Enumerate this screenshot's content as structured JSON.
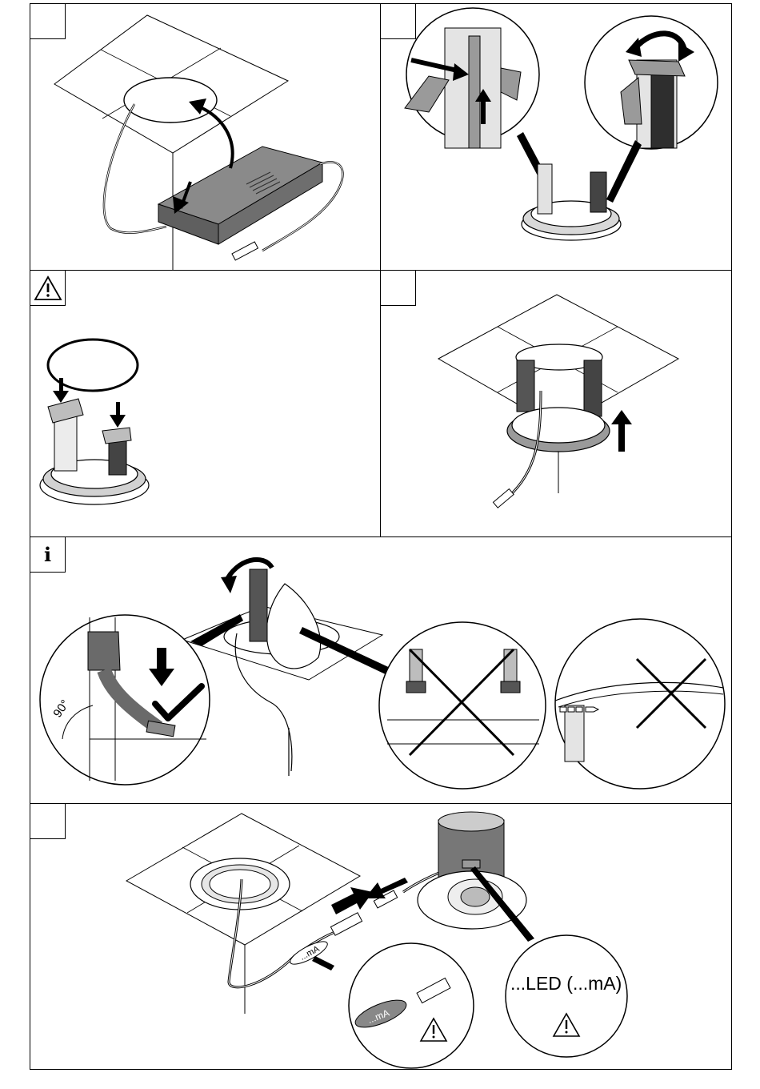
{
  "steps": [
    {
      "id": "step-1",
      "tag": "blank"
    },
    {
      "id": "step-2",
      "tag": "blank"
    },
    {
      "id": "step-3",
      "tag": "warning"
    },
    {
      "id": "step-4",
      "tag": "blank"
    },
    {
      "id": "step-5",
      "tag": "info"
    },
    {
      "id": "step-6",
      "tag": "blank"
    }
  ],
  "icons": {
    "warning": "warning-triangle-icon",
    "info": "info-icon",
    "check": "check-mark-icon",
    "cross": "cross-mark-icon"
  },
  "labels": {
    "angle": "90°",
    "info_symbol": "i",
    "cable_tag": "...mA",
    "cable_tag_zoom": "...mA",
    "led_label": "...LED (...mA)"
  },
  "colors": {
    "line": "#000000",
    "driver_fill": "#7a7a7a",
    "gray_part": "#8c8c8c",
    "light_gray": "#c8c8c8"
  }
}
